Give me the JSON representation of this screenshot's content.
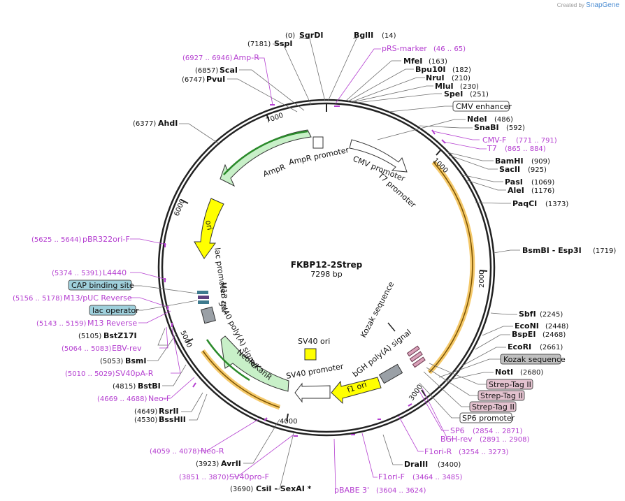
{
  "credit": {
    "prefix": "Created by",
    "brand": "SnapGene"
  },
  "plasmid": {
    "name": "FKBP12-2Strep",
    "size_label": "7298 bp"
  },
  "ticks": [
    "1000",
    "2000",
    "3000",
    "4000",
    "5000",
    "6000",
    "7000"
  ],
  "enzymes_right": [
    {
      "pos": "(0)",
      "name": "SgrDI"
    },
    {
      "name": "BglII",
      "pos": "(14)"
    },
    {
      "name": "MfeI",
      "pos": "(163)"
    },
    {
      "name": "Bpu10I",
      "pos": "(182)"
    },
    {
      "name": "NruI",
      "pos": "(210)"
    },
    {
      "name": "MluI",
      "pos": "(230)"
    },
    {
      "name": "SpeI",
      "pos": "(251)"
    },
    {
      "name": "NdeI",
      "pos": "(486)"
    },
    {
      "name": "SnaBI",
      "pos": "(592)"
    },
    {
      "name": "BamHI",
      "pos": "(909)"
    },
    {
      "name": "SacII",
      "pos": "(925)"
    },
    {
      "name": "PasI",
      "pos": "(1069)"
    },
    {
      "name": "AleI",
      "pos": "(1176)"
    },
    {
      "name": "PaqCI",
      "pos": "(1373)"
    },
    {
      "name": "BsmBI - Esp3I",
      "pos": "(1719)"
    },
    {
      "name": "SbfI",
      "pos": "(2245)"
    },
    {
      "name": "EcoNI",
      "pos": "(2448)"
    },
    {
      "name": "BspEI",
      "pos": "(2468)"
    },
    {
      "name": "EcoRI",
      "pos": "(2661)"
    },
    {
      "name": "NotI",
      "pos": "(2680)"
    },
    {
      "name": "DraIII",
      "pos": "(3400)"
    }
  ],
  "enzymes_left": [
    {
      "pos": "(7181)",
      "name": "SspI"
    },
    {
      "pos": "(6857)",
      "name": "ScaI"
    },
    {
      "pos": "(6747)",
      "name": "PvuI"
    },
    {
      "pos": "(6377)",
      "name": "AhdI"
    },
    {
      "pos": "(5105)",
      "name": "BstZ17I"
    },
    {
      "pos": "(5053)",
      "name": "BsmI"
    },
    {
      "pos": "(4815)",
      "name": "BstBI"
    },
    {
      "pos": "(4649)",
      "name": "RsrII"
    },
    {
      "pos": "(4530)",
      "name": "BssHII"
    },
    {
      "pos": "(3923)",
      "name": "AvrII"
    },
    {
      "pos": "(3690)",
      "name": "CsiI - SexAI *"
    }
  ],
  "primers": [
    {
      "name": "pRS-marker",
      "range": "(46 .. 65)"
    },
    {
      "name": "CMV-F",
      "range": "(771 .. 791)"
    },
    {
      "name": "T7",
      "range": "(865 .. 884)"
    },
    {
      "name": "SP6",
      "range": "(2854 .. 2871)"
    },
    {
      "name": "BGH-rev",
      "range": "(2891 .. 2908)"
    },
    {
      "name": "F1ori-R",
      "range": "(3254 .. 3273)"
    },
    {
      "name": "F1ori-F",
      "range": "(3464 .. 3485)"
    },
    {
      "name": "pBABE 3'",
      "range": "(3604 .. 3624)"
    },
    {
      "name": "SV40pro-F",
      "range": "(3851 .. 3870)"
    },
    {
      "name": "Neo-R",
      "range": "(4059 .. 4078)"
    },
    {
      "name": "Neo-F",
      "range": "(4669 .. 4688)"
    },
    {
      "name": "SV40pA-R",
      "range": "(5010 .. 5029)"
    },
    {
      "name": "EBV-rev",
      "range": "(5064 .. 5083)"
    },
    {
      "name": "M13 Reverse",
      "range": "(5143 .. 5159)"
    },
    {
      "name": "M13/pUC Reverse",
      "range": "(5156 .. 5178)"
    },
    {
      "name": "L4440",
      "range": "(5374 .. 5391)"
    },
    {
      "name": "pBR322ori-F",
      "range": "(5625 .. 5644)"
    },
    {
      "name": "Amp-R",
      "range": "(6927 .. 6946)"
    }
  ],
  "boxed_features": [
    {
      "name": "CMV enhancer",
      "color": "#ffffff"
    },
    {
      "name": "Kozak sequence",
      "color": "#c0c0c0"
    },
    {
      "name": "Strep-Tag II",
      "color": "#e3c2cf"
    },
    {
      "name": "Strep-Tag II",
      "color": "#e3c2cf"
    },
    {
      "name": "Strep-Tag II",
      "color": "#e3c2cf"
    },
    {
      "name": "SP6 promoter",
      "color": "#ffffff"
    },
    {
      "name": "CAP binding site",
      "color": "#9fd0dc"
    },
    {
      "name": "lac operator",
      "color": "#9fd0dc"
    }
  ],
  "inner_features": [
    "AmpR promoter",
    "AmpR",
    "CMV promoter",
    "T7 promoter",
    "ori",
    "lac promoter",
    "M13 rev",
    "SV40 poly(A) signal",
    "NeoR/KanR",
    "SV40 promoter",
    "SV40 ori",
    "f1 ori",
    "bGH poly(A) signal",
    "Kozak sequence"
  ],
  "colors": {
    "primer": "#b43ed0",
    "ampr": "#c8f0c8",
    "ori": "#ffff00",
    "orf_highlight": "#f5c96a",
    "backbone": "#222222"
  }
}
